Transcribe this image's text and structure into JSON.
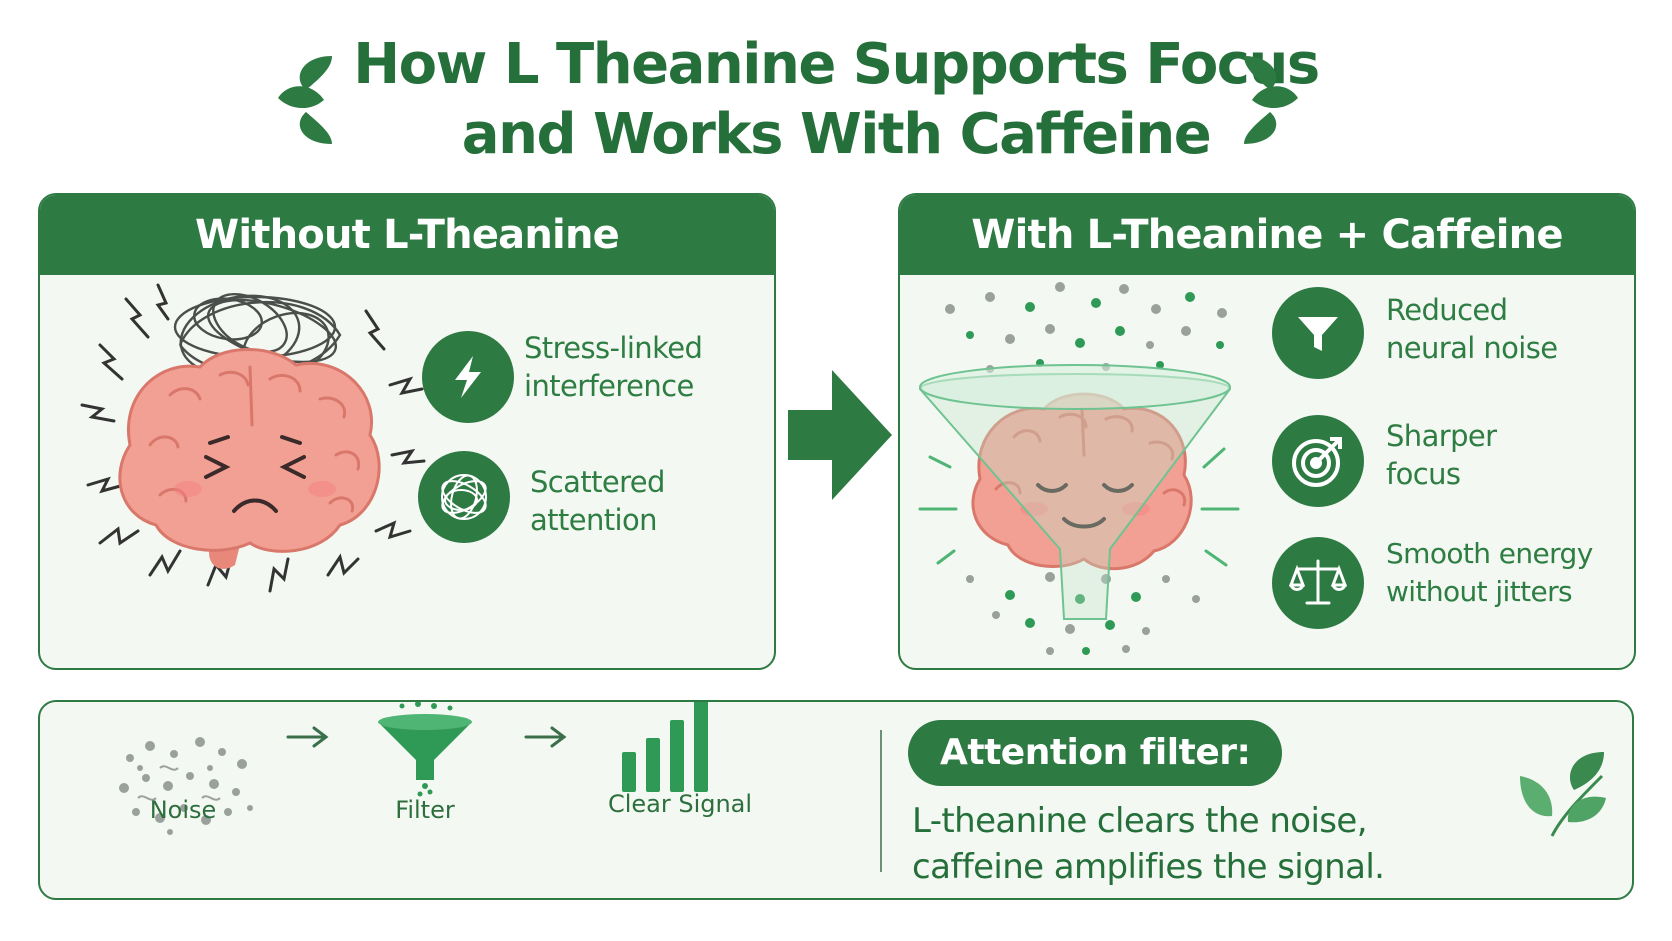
{
  "title": {
    "line1": "How L Theanine Supports Focus",
    "line2": "and Works With Caffeine"
  },
  "left_panel": {
    "heading": "Without L-Theanine",
    "features": [
      {
        "icon": "lightning-icon",
        "line1": "Stress-linked",
        "line2": "interference"
      },
      {
        "icon": "tangle-icon",
        "line1": "Scattered",
        "line2": "attention"
      }
    ]
  },
  "right_panel": {
    "heading": "With L-Theanine + Caffeine",
    "features": [
      {
        "icon": "funnel-icon",
        "line1": "Reduced",
        "line2": "neural noise"
      },
      {
        "icon": "target-icon",
        "line1": "Sharper",
        "line2": "focus"
      },
      {
        "icon": "balance-scale-icon",
        "line1": "Smooth energy",
        "line2": "without jitters"
      }
    ]
  },
  "flow": {
    "steps": [
      "Noise",
      "Filter",
      "Clear Signal"
    ]
  },
  "summary": {
    "pill": "Attention filter:",
    "line1": "L-theanine clears the noise,",
    "line2": "caffeine amplifies the signal."
  },
  "colors": {
    "primary_green": "#2d7a43",
    "dark_green_text": "#256f3a",
    "panel_bg": "#f4f8f2",
    "brain_pink": "#f0998a"
  }
}
